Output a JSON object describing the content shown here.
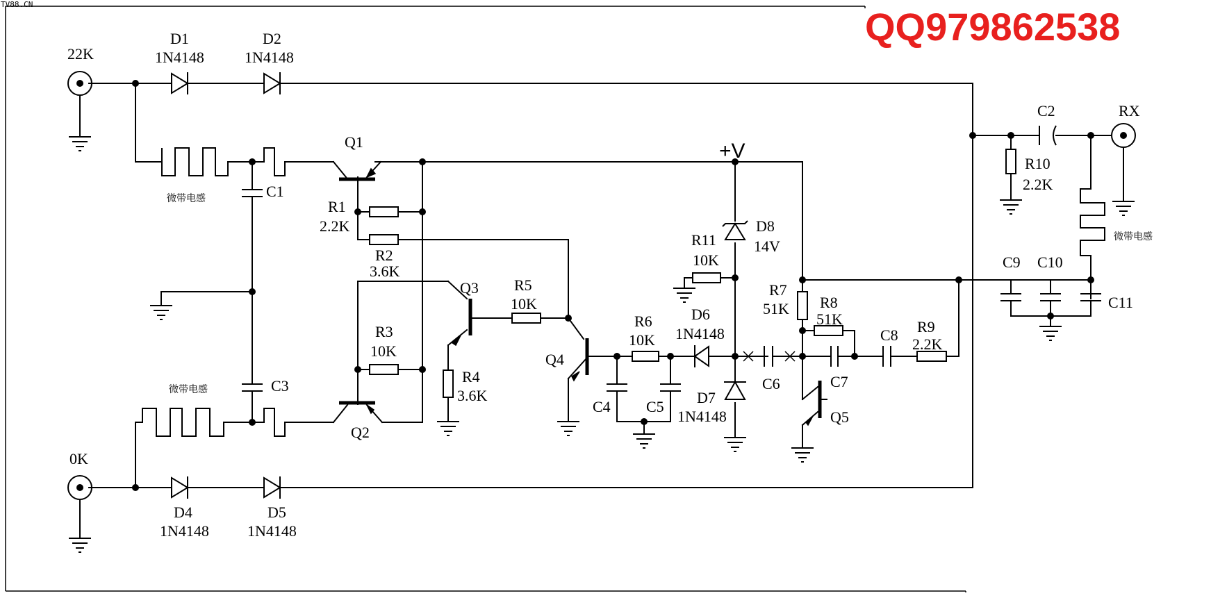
{
  "watermark": "TV88.CN",
  "qq": "QQ979862538",
  "ports": {
    "in_a": "22K",
    "in_b": "0K",
    "out": "RX",
    "supply": "+V"
  },
  "microstrip_label": "微带电感",
  "components": {
    "D1": {
      "ref": "D1",
      "val": "1N4148"
    },
    "D2": {
      "ref": "D2",
      "val": "1N4148"
    },
    "D4": {
      "ref": "D4",
      "val": "1N4148"
    },
    "D5": {
      "ref": "D5",
      "val": "1N4148"
    },
    "D6": {
      "ref": "D6",
      "val": "1N4148"
    },
    "D7": {
      "ref": "D7",
      "val": "1N4148"
    },
    "D8": {
      "ref": "D8",
      "val": "14V"
    },
    "R1": {
      "ref": "R1",
      "val": "2.2K"
    },
    "R2": {
      "ref": "R2",
      "val": "3.6K"
    },
    "R3": {
      "ref": "R3",
      "val": "10K"
    },
    "R4": {
      "ref": "R4",
      "val": "3.6K"
    },
    "R5": {
      "ref": "R5",
      "val": "10K"
    },
    "R6": {
      "ref": "R6",
      "val": "10K"
    },
    "R7": {
      "ref": "R7",
      "val": "51K"
    },
    "R8": {
      "ref": "R8",
      "val": "51K"
    },
    "R9": {
      "ref": "R9",
      "val": "2.2K"
    },
    "R10": {
      "ref": "R10",
      "val": "2.2K"
    },
    "R11": {
      "ref": "R11",
      "val": "10K"
    },
    "C1": {
      "ref": "C1"
    },
    "C2": {
      "ref": "C2"
    },
    "C3": {
      "ref": "C3"
    },
    "C4": {
      "ref": "C4"
    },
    "C5": {
      "ref": "C5"
    },
    "C6": {
      "ref": "C6"
    },
    "C7": {
      "ref": "C7"
    },
    "C8": {
      "ref": "C8"
    },
    "C9": {
      "ref": "C9"
    },
    "C10": {
      "ref": "C10"
    },
    "C11": {
      "ref": "C11"
    },
    "Q1": {
      "ref": "Q1"
    },
    "Q2": {
      "ref": "Q2"
    },
    "Q3": {
      "ref": "Q3"
    },
    "Q4": {
      "ref": "Q4"
    },
    "Q5": {
      "ref": "Q5"
    }
  }
}
